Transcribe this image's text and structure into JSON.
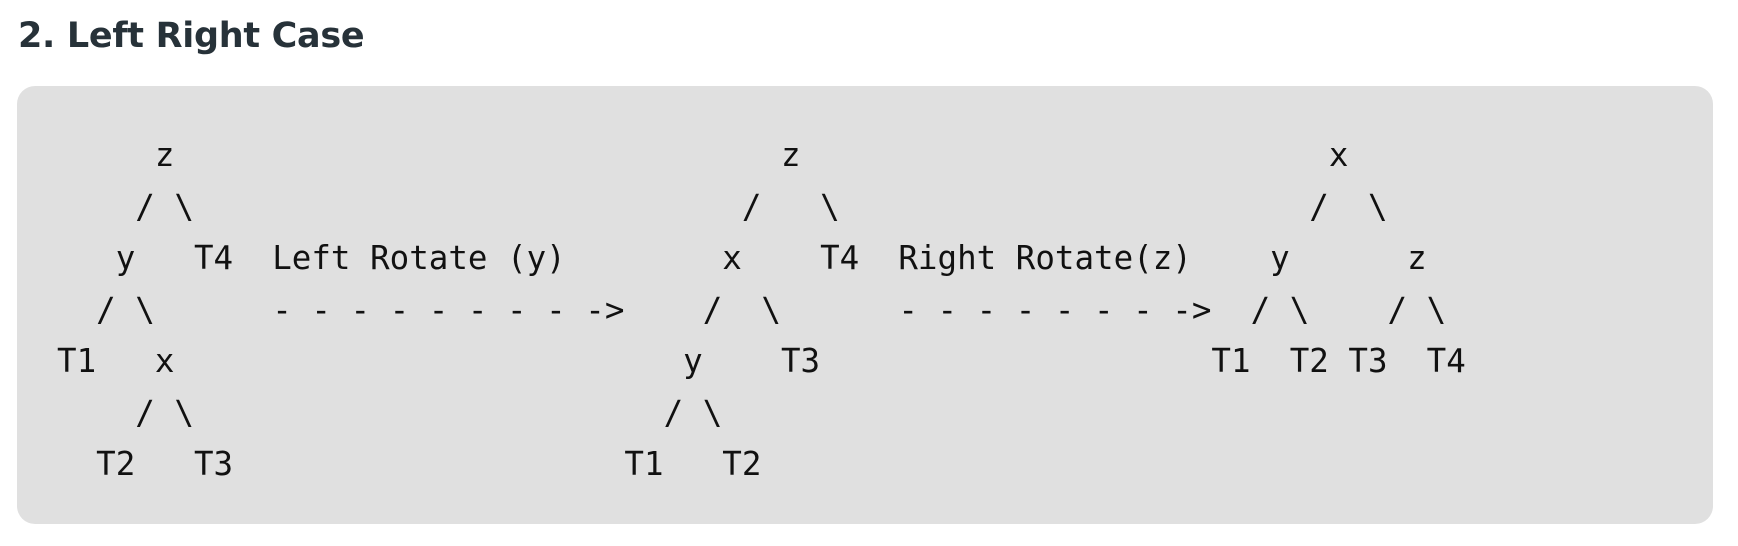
{
  "heading": "2. Left Right Case",
  "code_lines": [
    "     z                               z                           x",
    "    / \\                            /   \\                        /  \\",
    "   y   T4  Left Rotate (y)        x    T4  Right Rotate(z)    y      z",
    "  / \\      - - - - - - - - ->    /  \\      - - - - - - - ->  / \\    / \\",
    "T1   x                          y    T3                    T1  T2 T3  T4",
    "    / \\                        / \\",
    "  T2   T3                    T1   T2"
  ]
}
